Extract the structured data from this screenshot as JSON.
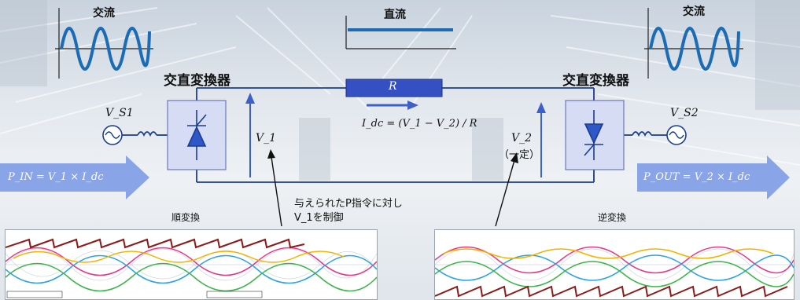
{
  "top": {
    "ac_left": "交流",
    "dc_center": "直流",
    "ac_right": "交流"
  },
  "converter": {
    "left_title": "交直変換器",
    "right_title": "交直変換器"
  },
  "circuit": {
    "resistor": "R",
    "vs1": "V_S1",
    "vs2": "V_S2",
    "v1": "V_1",
    "v2": "V_2",
    "v2_note": "（一定）",
    "idc_formula": "I_dc = (V_1 − V_2) / R"
  },
  "power": {
    "p_in": "P_IN = V_1 × I_dc",
    "p_out": "P_OUT = V_2 × I_dc"
  },
  "notes": {
    "control_line1": "与えられたP指令に対し",
    "control_line2": "V_1を制御",
    "forward": "順変換",
    "inverse": "逆変換"
  },
  "colors": {
    "wave": "#1b6bb5",
    "line": "#1a3d8f",
    "arrow": "#3d5fc8",
    "block": "#d7dcf5",
    "resistor": "#3550c2",
    "power_arrow": "#6f8fe0"
  }
}
